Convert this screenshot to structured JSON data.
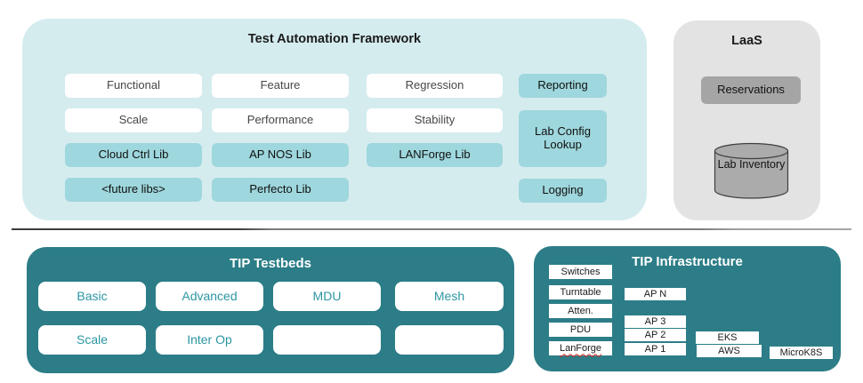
{
  "colors": {
    "taf_panel_bg": "#d5ecef",
    "teal_box_bg": "#9ed7dd",
    "dark_teal_panel_bg": "#2c7d87",
    "laas_panel_bg": "#e3e3e3",
    "gray_box_bg": "#a5a5a5",
    "cylinder_fill": "#ababab",
    "teal_text": "#2d96a3",
    "spellcheck_red": "#e0281e"
  },
  "taf": {
    "title": "Test Automation Framework",
    "boxes": {
      "functional": "Functional",
      "feature": "Feature",
      "regression": "Regression",
      "scale": "Scale",
      "performance": "Performance",
      "stability": "Stability",
      "cloud_ctrl_lib": "Cloud Ctrl Lib",
      "ap_nos_lib": "AP NOS Lib",
      "lanforge_lib": "LANForge Lib",
      "future_libs": "<future libs>",
      "perfecto_lib": "Perfecto Lib",
      "reporting": "Reporting",
      "lab_config_lookup": "Lab Config Lookup",
      "logging": "Logging"
    }
  },
  "laas": {
    "title": "LaaS",
    "reservations": "Reservations",
    "lab_inventory": "Lab Inventory"
  },
  "testbeds": {
    "title": "TIP Testbeds",
    "boxes": {
      "basic": "Basic",
      "advanced": "Advanced",
      "mdu": "MDU",
      "mesh": "Mesh",
      "scale": "Scale",
      "inter_op": "Inter Op"
    }
  },
  "infra": {
    "title": "TIP Infrastructure",
    "devices": {
      "switches": "Switches",
      "turntable": "Turntable",
      "atten": "Atten.",
      "pdu": "PDU",
      "lanforge": "LanForge"
    },
    "aps": {
      "ap_n": "AP N",
      "ap_3": "AP 3",
      "ap_2": "AP 2",
      "ap_1": "AP 1"
    },
    "cloud": {
      "eks": "EKS",
      "aws": "AWS",
      "microk8s": "MicroK8S"
    }
  }
}
